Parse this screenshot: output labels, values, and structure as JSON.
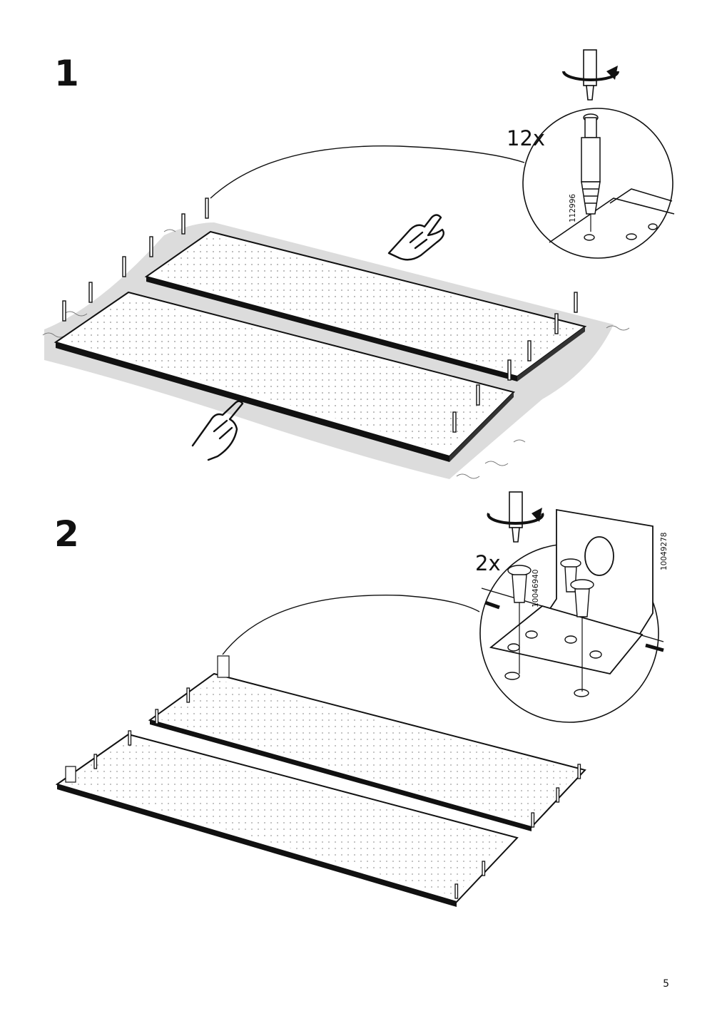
{
  "page": {
    "number": "5"
  },
  "steps": [
    {
      "number": "1",
      "callout": {
        "quantity": "12x",
        "part_number": "112996"
      },
      "icons": [
        "screwdriver-rotate-icon",
        "hand-press-icon",
        "hand-press-icon"
      ]
    },
    {
      "number": "2",
      "callout": {
        "quantity": "2x",
        "part_numbers": [
          "10046940",
          "10049278"
        ]
      },
      "icons": [
        "screwdriver-rotate-icon"
      ]
    }
  ]
}
